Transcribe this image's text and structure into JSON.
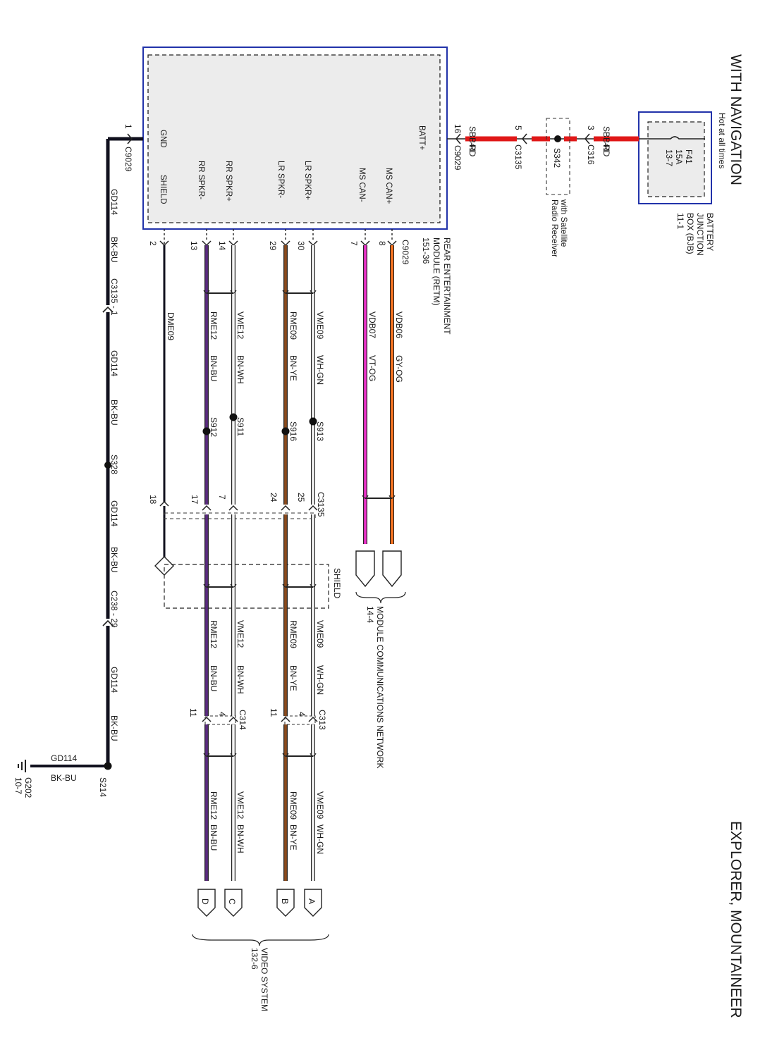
{
  "page": {
    "title_left": "WITH NAVIGATION",
    "title_right": "EXPLORER, MOUNTAINEER"
  },
  "module": {
    "name_lines": [
      "REAR ENTERTAINMENT",
      "MODULE (RETM)",
      "151-36"
    ],
    "connector": "C9029",
    "pins": {
      "gnd": "GND",
      "shield": "SHIELD",
      "rr_spkr_minus": "RR SPKR-",
      "rr_spkr_plus": "RR SPKR+",
      "lr_spkr_minus": "LR SPKR-",
      "lr_spkr_plus": "LR SPKR+",
      "ms_can_minus": "MS CAN-",
      "ms_can_plus": "MS CAN+",
      "batt_plus": "BATT+"
    }
  },
  "bjb": {
    "lines": [
      "BATTERY",
      "JUNCTION",
      "BOX (BJB)",
      "11-1"
    ],
    "hot": "Hot at all times",
    "fuse": [
      "F41",
      "15A",
      "13-7"
    ]
  },
  "satellite": {
    "splice": "S342",
    "lines": [
      "with Satellite",
      "Radio Receiver"
    ]
  },
  "power": {
    "circuit": "SBB41",
    "color": "RD",
    "pin16": "16",
    "c9029": "C9029",
    "pin5": "5",
    "c3135": "C3135",
    "pin3": "3",
    "c316": "C316"
  },
  "ground": {
    "pin1": "1",
    "c9029": "C9029",
    "circuit": "GD114",
    "color": "BK-BU",
    "c3135_1": "C3135 - 1",
    "s328": "S328",
    "c238_29": "C238 - 29",
    "s214": "S214",
    "g202": "G202",
    "g202_ref": "10-7"
  },
  "shield": {
    "pin2": "2",
    "circuit": "DME09",
    "pin18": "18",
    "label": "SHIELD"
  },
  "wires": {
    "rr_minus": {
      "pin": "13",
      "circuit": "RME12",
      "color": "BN-BU",
      "splice": "S912",
      "c3135_pin": "17",
      "c314_pin": "11",
      "end": "D"
    },
    "rr_plus": {
      "pin": "14",
      "circuit": "VME12",
      "color": "BN-WH",
      "splice": "S911",
      "c3135_pin": "7",
      "c314_pin": "4",
      "end": "C"
    },
    "lr_minus": {
      "pin": "29",
      "circuit": "RME09",
      "color": "BN-YE",
      "splice": "S916",
      "c3135_pin": "24",
      "c313_pin": "11",
      "end": "B"
    },
    "lr_plus": {
      "pin": "30",
      "circuit": "VME09",
      "color": "WH-GN",
      "splice": "S913",
      "c3135_pin": "25",
      "c313_pin": "4",
      "end": "A"
    },
    "can_minus": {
      "pin": "7",
      "circuit": "VDB07",
      "color": "VT-OG"
    },
    "can_plus": {
      "pin": "8",
      "circuit": "VDB06",
      "color": "GY-OG"
    }
  },
  "connectors": {
    "c3135": "C3135",
    "c314": "C314",
    "c313": "C313",
    "c9029": "C9029"
  },
  "networks": {
    "mcn": [
      "MODULE COMMUNICATIONS NETWORK",
      "14-4"
    ],
    "video": [
      "VIDEO SYSTEM",
      "132-6"
    ]
  },
  "colors": {
    "module_border": "#2233aa",
    "red": "#e01818",
    "dark_wire": "#10101e",
    "magenta": "#ee33cc",
    "orange": "#ff7722",
    "brown": "#8b4a1c",
    "purple": "#5a2a80"
  }
}
